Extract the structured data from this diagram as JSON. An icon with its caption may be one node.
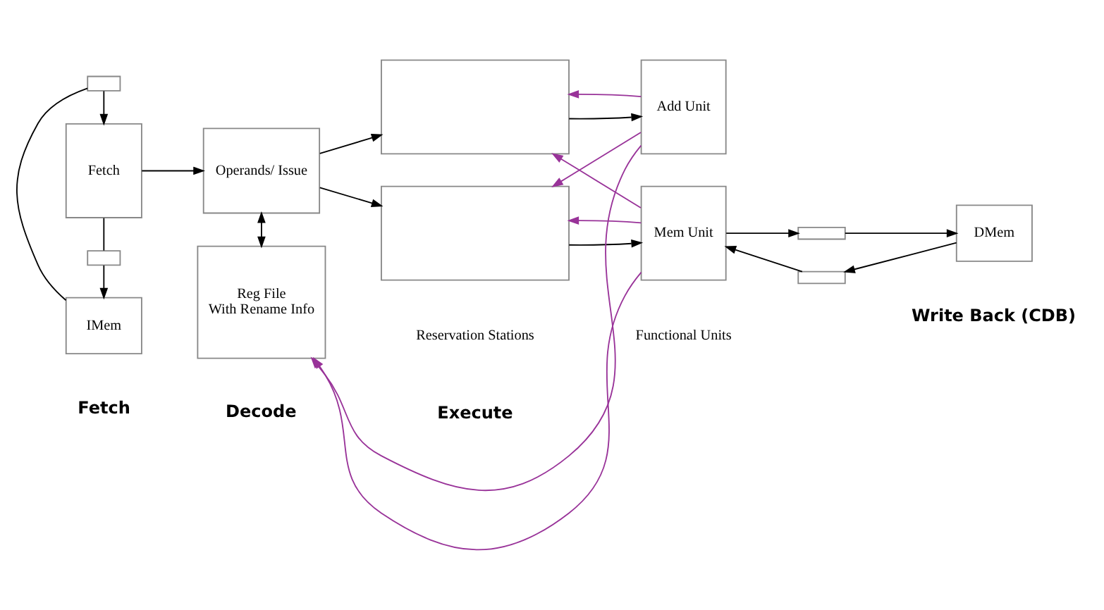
{
  "diagram": {
    "nodes": [
      {
        "text": [
          "Fetch"
        ]
      },
      {
        "text": [],
        "shape": "box"
      },
      {
        "text": [],
        "shape": "box"
      },
      {
        "text": [
          "IMem"
        ]
      },
      {
        "text": [
          "Operands/ Issue"
        ]
      },
      {
        "text": [
          "Reg File",
          "With Rename Info"
        ]
      },
      {
        "text": [],
        "shape": "box"
      },
      {
        "text": [],
        "shape": "box",
        "beside": [
          "Reservation Stations"
        ]
      },
      {
        "text": [
          "Add Unit"
        ]
      },
      {
        "text": [
          "Mem Unit"
        ],
        "beside": [
          "Functional Units"
        ]
      },
      {
        "text": [],
        "shape": "box"
      },
      {
        "text": [],
        "shape": "box"
      },
      {
        "text": [
          "DMem"
        ]
      }
    ],
    "edges": [
      {
        "from": 0,
        "to": 1,
        "arrow": "none"
      },
      {
        "from": 1,
        "to": 3,
        "arrow": "to"
      },
      {
        "from": 3,
        "to": 2,
        "arrow": "none"
      },
      {
        "from": 2,
        "to": 0,
        "arrow": "to"
      },
      {
        "from": 0,
        "to": 4,
        "arrow": "to"
      },
      {
        "from": 4,
        "to": 5,
        "arrow": "both"
      },
      {
        "from": 4,
        "to": 6,
        "arrow": "to"
      },
      {
        "from": 4,
        "to": 7,
        "arrow": "to"
      },
      {
        "from": 6,
        "to": 8,
        "arrow": "to"
      },
      {
        "from": 7,
        "to": 9,
        "arrow": "to"
      },
      {
        "from": 9,
        "to": 10,
        "arrow": "to"
      },
      {
        "from": 10,
        "to": 12,
        "arrow": "to"
      },
      {
        "from": 12,
        "to": 11,
        "arrow": "to"
      },
      {
        "from": 11,
        "to": 9,
        "arrow": "to"
      },
      {
        "from": 8,
        "to": 6,
        "arrow": "to",
        "color": "#993399"
      },
      {
        "from": 8,
        "to": 7,
        "arrow": "to",
        "color": "#993399"
      },
      {
        "from": 8,
        "to": 5,
        "arrow": "to",
        "color": "#993399"
      },
      {
        "from": 9,
        "to": 6,
        "arrow": "to",
        "color": "#993399"
      },
      {
        "from": 9,
        "to": 7,
        "arrow": "to",
        "color": "#993399"
      },
      {
        "from": 9,
        "to": 5,
        "arrow": "to",
        "color": "#993399"
      }
    ],
    "labels": [
      "Fetch",
      "Decode",
      "Execute",
      "Write Back (CDB)"
    ]
  }
}
